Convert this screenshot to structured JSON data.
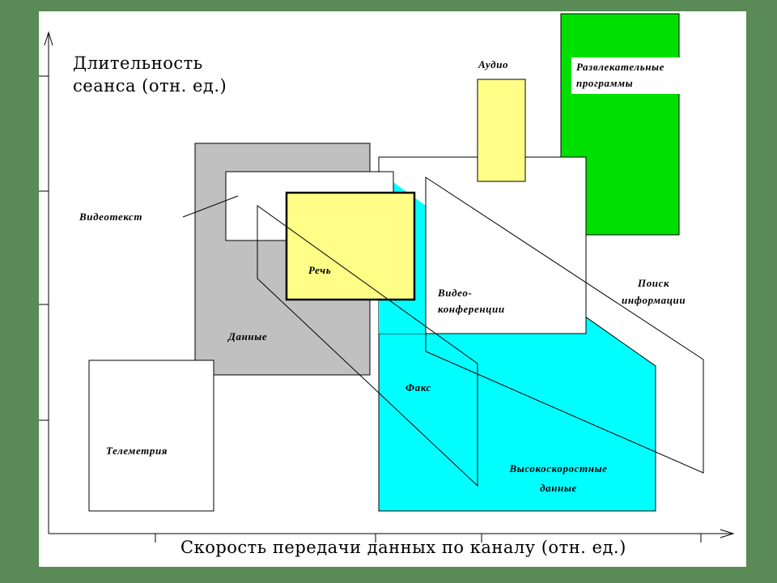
{
  "diagram": {
    "y_axis_label": [
      "Длительность",
      "сеанса (отн. ед.)"
    ],
    "x_axis_label": "Скорость передачи данных по каналу (отн. ед.)",
    "regions": {
      "audio": "Аудио",
      "entertainment": [
        "Развлекательные",
        "программы"
      ],
      "videotext": "Видеотекст",
      "speech": "Речь",
      "videoconf": [
        "Видео-",
        "конференции"
      ],
      "search": [
        "Поиск",
        "информации"
      ],
      "data": "Данные",
      "fax": "Факс",
      "telemetry": "Телеметрия",
      "highspeed": [
        "Высокоскоростные",
        "данные"
      ]
    },
    "colors": {
      "background": "#5a8a55",
      "data_fill": "#c0c0c0",
      "speech_audio_fill": "#ffff88",
      "entertainment_fill": "#00e000",
      "highspeed_fill": "#00ffff"
    }
  }
}
